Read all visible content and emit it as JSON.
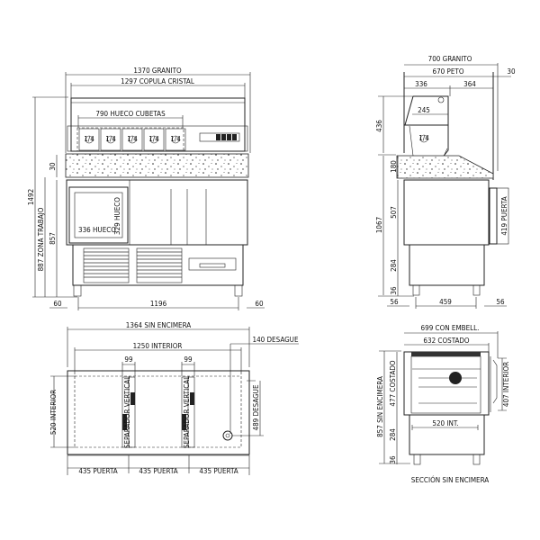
{
  "front_view": {
    "granite_width": "1370 GRANITO",
    "glass_dome": "1297 COPULA CRISTAL",
    "pan_opening": "790 HUECO CUBETAS",
    "pan_label": "1/4",
    "granite_thickness": "30",
    "total_height": "1492",
    "work_zone": "887 ZONA TRABAJO",
    "body_height": "857",
    "opening_width": "336 HUECO",
    "opening_height": "329 HUECO",
    "foot_offset_left": "60",
    "foot_span": "1196",
    "foot_offset_right": "60"
  },
  "side_view": {
    "granite_depth": "700 GRANITO",
    "backsplash": "670 PETO",
    "overhang": "30",
    "front_part": "336",
    "rear_part": "364",
    "dome_depth": "245",
    "pan_label": "1/4",
    "dome_height": "436",
    "granite_height": "180",
    "total_height": "1067",
    "cabinet_height": "507",
    "leg_height": "284",
    "foot_height": "36",
    "door_height": "419 PUERTA",
    "foot_offset_left": "56",
    "foot_span": "459",
    "foot_offset_right": "56"
  },
  "plan_view": {
    "width_no_top": "1364 SIN ENCIMERA",
    "interior_width": "1250 INTERIOR",
    "drain_x": "140 DESAGUE",
    "divider_left": "99",
    "divider_right": "99",
    "interior_depth": "520 INTERIOR",
    "drain_y": "489 DESAGUE",
    "divider_text": "SEPARADOR VERTICAL",
    "doors": [
      "435 PUERTA",
      "435 PUERTA",
      "435 PUERTA"
    ]
  },
  "section_view": {
    "width_with_trim": "699 CON EMBELL.",
    "side_width": "632 COSTADO",
    "side_height": "477 COSTADO",
    "height_no_top": "857 SIN ENCIMERA",
    "leg_height": "284",
    "foot_height": "36",
    "interior_depth": "520 INT.",
    "interior_height": "407 INTERIOR",
    "caption": "SECCIÓN SIN ENCIMERA"
  }
}
